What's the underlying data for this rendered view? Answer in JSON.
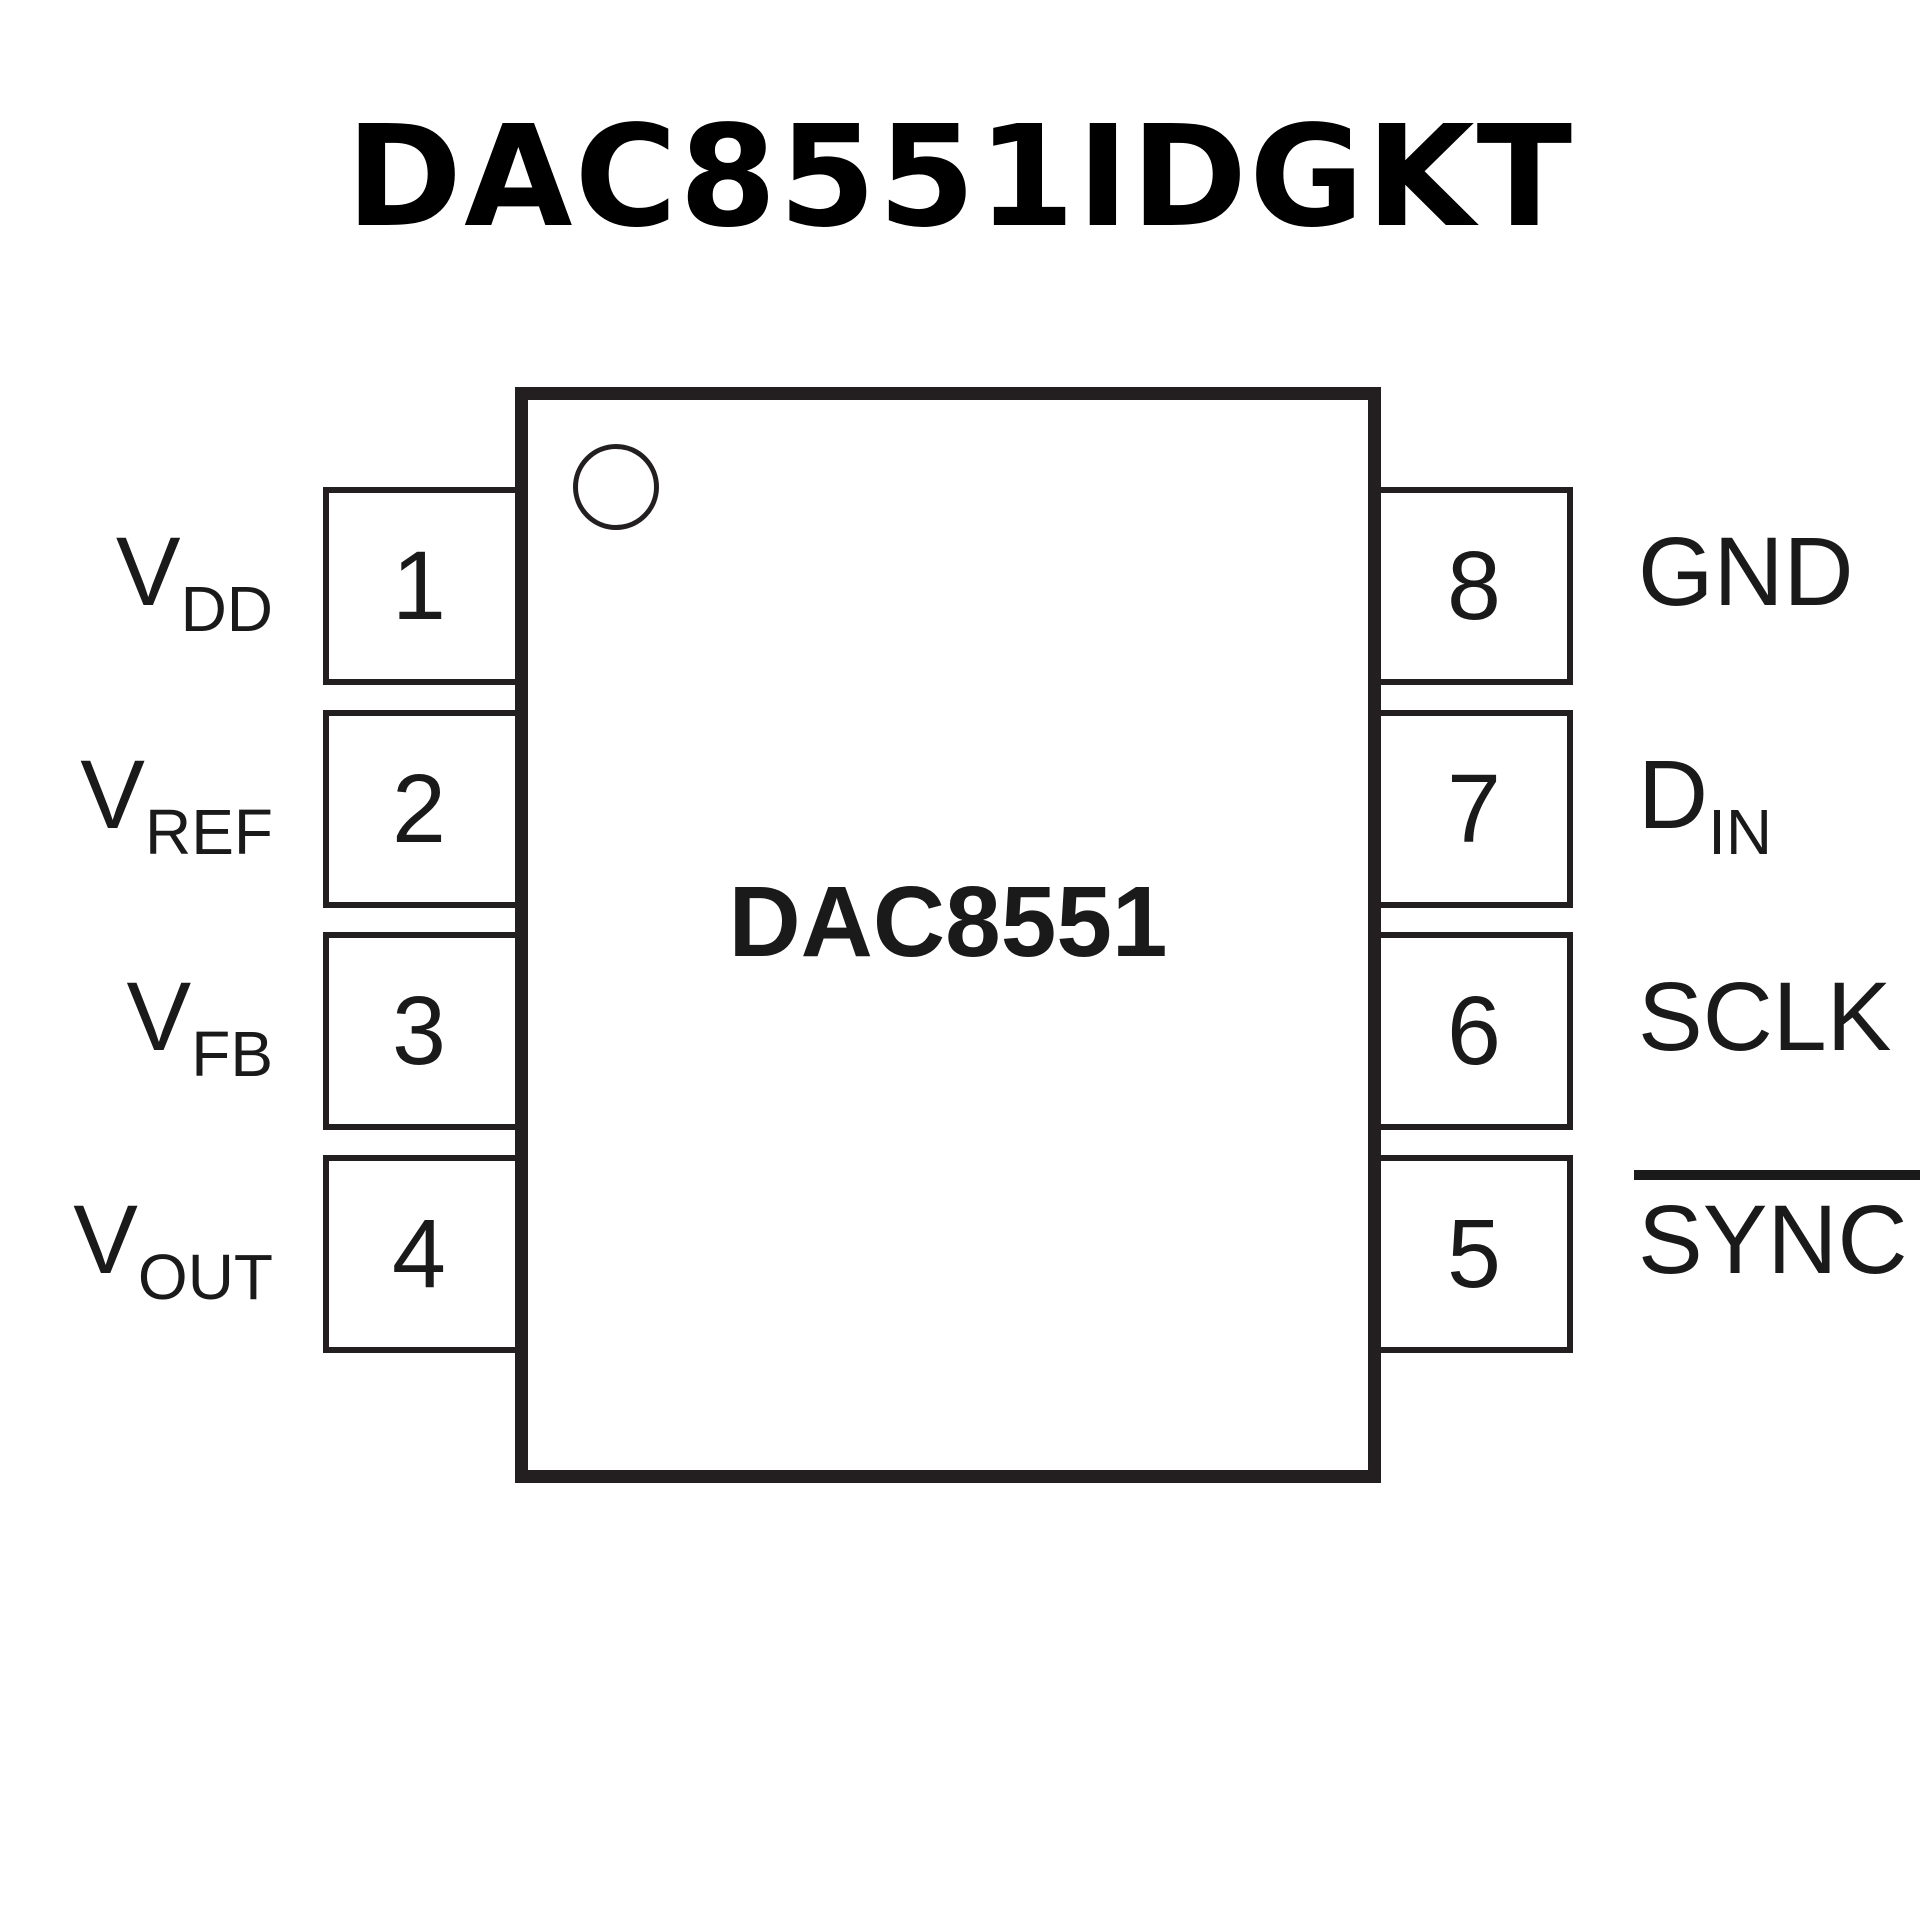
{
  "title": "DAC8551IDGKT",
  "chip": {
    "label": "DAC8551",
    "pin1_marker": "circle"
  },
  "pins": {
    "left": [
      {
        "number": "1",
        "name_main": "V",
        "name_sub": "DD",
        "overline": false
      },
      {
        "number": "2",
        "name_main": "V",
        "name_sub": "REF",
        "overline": false
      },
      {
        "number": "3",
        "name_main": "V",
        "name_sub": "FB",
        "overline": false
      },
      {
        "number": "4",
        "name_main": "V",
        "name_sub": "OUT",
        "overline": false
      }
    ],
    "right": [
      {
        "number": "8",
        "name_main": "GND",
        "name_sub": "",
        "overline": false
      },
      {
        "number": "7",
        "name_main": "D",
        "name_sub": "IN",
        "overline": false
      },
      {
        "number": "6",
        "name_main": "SCLK",
        "name_sub": "",
        "overline": false
      },
      {
        "number": "5",
        "name_main": "SYNC",
        "name_sub": "",
        "overline": true
      }
    ]
  },
  "colors": {
    "line": "#231f20",
    "text": "#1a1a1a",
    "background": "#ffffff"
  }
}
